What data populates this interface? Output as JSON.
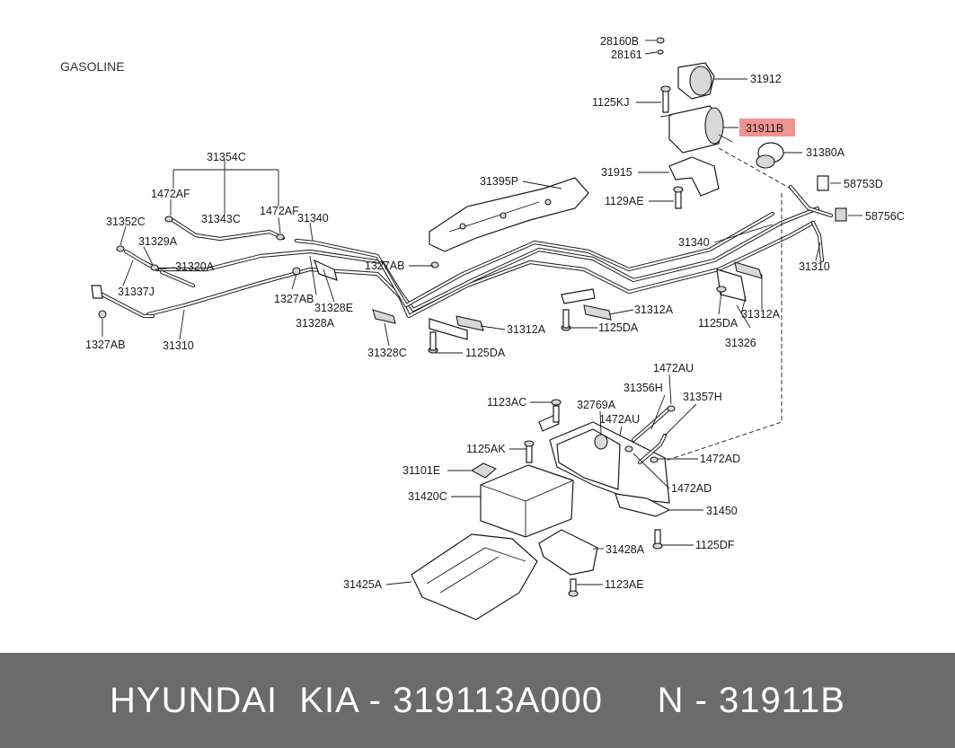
{
  "section_label": "GASOLINE",
  "highlight_color": "#f08080",
  "footer": {
    "text": "HYUNDAI  KIA - 319113A000     N - 31911B",
    "background": "#6b6b6b"
  },
  "labels": [
    {
      "id": "28160B",
      "text": "28160B"
    },
    {
      "id": "28161",
      "text": "28161"
    },
    {
      "id": "31912",
      "text": "31912"
    },
    {
      "id": "1125KJ",
      "text": "1125KJ"
    },
    {
      "id": "31911B",
      "text": "31911B",
      "highlighted": true
    },
    {
      "id": "31380A",
      "text": "31380A"
    },
    {
      "id": "31915",
      "text": "31915"
    },
    {
      "id": "58753D",
      "text": "58753D"
    },
    {
      "id": "1129AE",
      "text": "1129AE"
    },
    {
      "id": "58756C",
      "text": "58756C"
    },
    {
      "id": "31395P",
      "text": "31395P"
    },
    {
      "id": "31354C",
      "text": "31354C"
    },
    {
      "id": "1472AF_a",
      "text": "1472AF"
    },
    {
      "id": "31343C",
      "text": "31343C"
    },
    {
      "id": "1472AF_b",
      "text": "1472AF"
    },
    {
      "id": "31340_a",
      "text": "31340"
    },
    {
      "id": "31352C",
      "text": "31352C"
    },
    {
      "id": "31329A",
      "text": "31329A"
    },
    {
      "id": "31320A",
      "text": "31320A"
    },
    {
      "id": "31337J",
      "text": "31337J"
    },
    {
      "id": "1327AB_a",
      "text": "1327AB"
    },
    {
      "id": "31328E",
      "text": "31328E"
    },
    {
      "id": "31328A",
      "text": "31328A"
    },
    {
      "id": "1327AB_b",
      "text": "1327AB"
    },
    {
      "id": "31310_a",
      "text": "31310"
    },
    {
      "id": "1327AB_c",
      "text": "1327AB"
    },
    {
      "id": "31340_b",
      "text": "31340"
    },
    {
      "id": "31310_b",
      "text": "31310"
    },
    {
      "id": "31312A_a",
      "text": "31312A"
    },
    {
      "id": "31312A_b",
      "text": "31312A"
    },
    {
      "id": "31312A_c",
      "text": "31312A"
    },
    {
      "id": "1125DA_a",
      "text": "1125DA"
    },
    {
      "id": "1125DA_b",
      "text": "1125DA"
    },
    {
      "id": "1125DA_c",
      "text": "1125DA"
    },
    {
      "id": "31326",
      "text": "31326"
    },
    {
      "id": "31328C",
      "text": "31328C"
    },
    {
      "id": "1472AU_a",
      "text": "1472AU"
    },
    {
      "id": "31356H",
      "text": "31356H"
    },
    {
      "id": "31357H",
      "text": "31357H"
    },
    {
      "id": "1123AC",
      "text": "1123AC"
    },
    {
      "id": "32769A",
      "text": "32769A"
    },
    {
      "id": "1472AU_b",
      "text": "1472AU"
    },
    {
      "id": "1125AK",
      "text": "1125AK"
    },
    {
      "id": "1472AD_a",
      "text": "1472AD"
    },
    {
      "id": "31101E",
      "text": "31101E"
    },
    {
      "id": "1472AD_b",
      "text": "1472AD"
    },
    {
      "id": "31420C",
      "text": "31420C"
    },
    {
      "id": "31450",
      "text": "31450"
    },
    {
      "id": "31428A",
      "text": "31428A"
    },
    {
      "id": "1125DF",
      "text": "1125DF"
    },
    {
      "id": "31425A",
      "text": "31425A"
    },
    {
      "id": "1123AE",
      "text": "1123AE"
    }
  ]
}
